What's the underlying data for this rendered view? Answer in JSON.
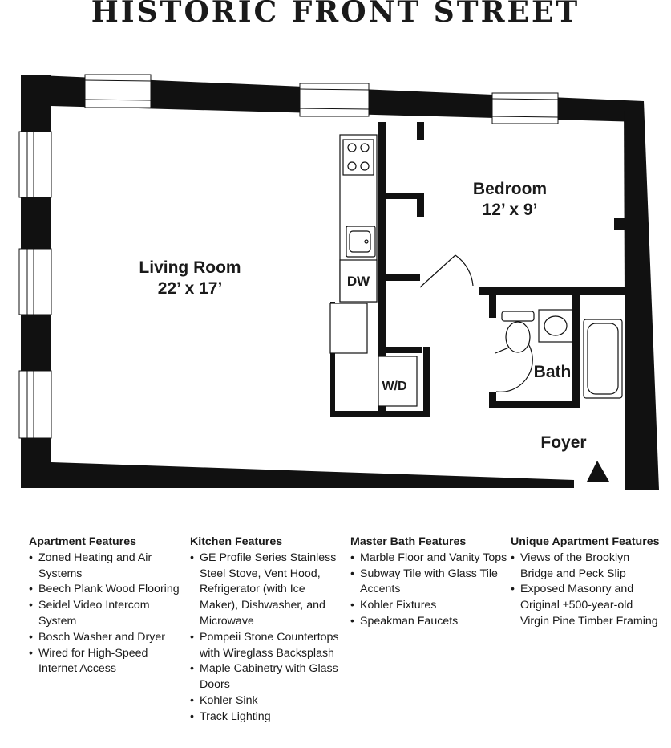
{
  "title": "HISTORIC FRONT STREET",
  "rooms": {
    "living": {
      "name": "Living Room",
      "size": "22’ x 17’"
    },
    "bedroom": {
      "name": "Bedroom",
      "size": "12’ x 9’"
    },
    "bath": {
      "name": "Bath"
    },
    "foyer": {
      "name": "Foyer"
    }
  },
  "appliances": {
    "dw": "DW",
    "wd": "W/D"
  },
  "features": [
    {
      "heading": "Apartment Features",
      "items": [
        "Zoned Heating and Air Systems",
        "Beech Plank Wood Flooring",
        "Seidel Video Intercom System",
        "Bosch Washer and Dryer",
        "Wired for High-Speed Internet Access"
      ]
    },
    {
      "heading": "Kitchen Features",
      "items": [
        "GE Profile Series Stainless Steel Stove, Vent Hood, Refrigerator (with Ice Maker), Dishwasher, and Microwave",
        "Pompeii Stone Countertops with Wireglass Backsplash",
        "Maple Cabinetry with Glass Doors",
        "Kohler Sink",
        "Track Lighting"
      ]
    },
    {
      "heading": "Master Bath Features",
      "items": [
        "Marble Floor and Vanity Tops",
        "Subway Tile with Glass Tile Accents",
        "Kohler Fixtures",
        "Speakman Faucets"
      ]
    },
    {
      "heading": "Unique Apartment Features",
      "items": [
        "Views of the Brooklyn Bridge and Peck Slip",
        "Exposed Masonry and Original ±500-year-old Virgin Pine Timber Framing"
      ]
    }
  ]
}
